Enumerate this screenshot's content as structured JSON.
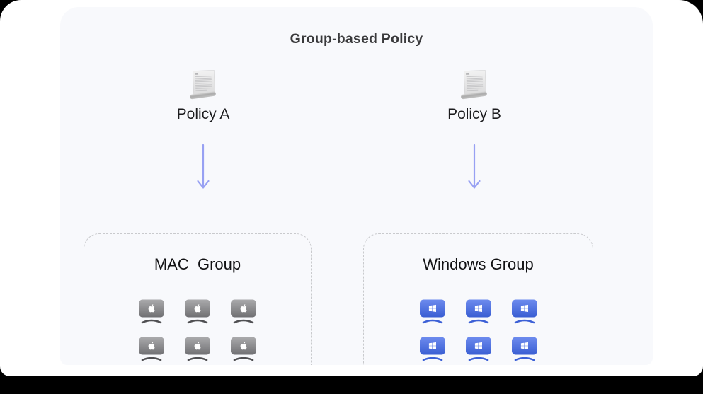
{
  "title": "Group-based Policy",
  "colors": {
    "canvas_bg": "#000000",
    "card_bg": "#ffffff",
    "panel_bg": "#f8f9fc",
    "arrow_accent": "#98a1f3",
    "dashed_border": "#c9cacd",
    "mac_monitor_gray": "#8d8d90",
    "windows_monitor_blue": "#4169d8",
    "title_text": "#3a3a3c"
  },
  "policies": [
    {
      "id": "policy-a",
      "label": "Policy A",
      "icon": "policy-document-icon"
    },
    {
      "id": "policy-b",
      "label": "Policy B",
      "icon": "policy-document-icon"
    }
  ],
  "connections": [
    {
      "from": "policy-a",
      "to": "mac-group",
      "style": "arrow-down"
    },
    {
      "from": "policy-b",
      "to": "windows-group",
      "style": "arrow-down"
    }
  ],
  "groups": [
    {
      "id": "mac-group",
      "label": "MAC  Group",
      "os": "mac",
      "device_icon": "mac-monitor-icon",
      "device_count": 6,
      "grid": {
        "rows": 2,
        "cols": 3
      }
    },
    {
      "id": "windows-group",
      "label": "Windows Group",
      "os": "windows",
      "device_icon": "windows-monitor-icon",
      "device_count": 6,
      "grid": {
        "rows": 2,
        "cols": 3
      }
    }
  ]
}
